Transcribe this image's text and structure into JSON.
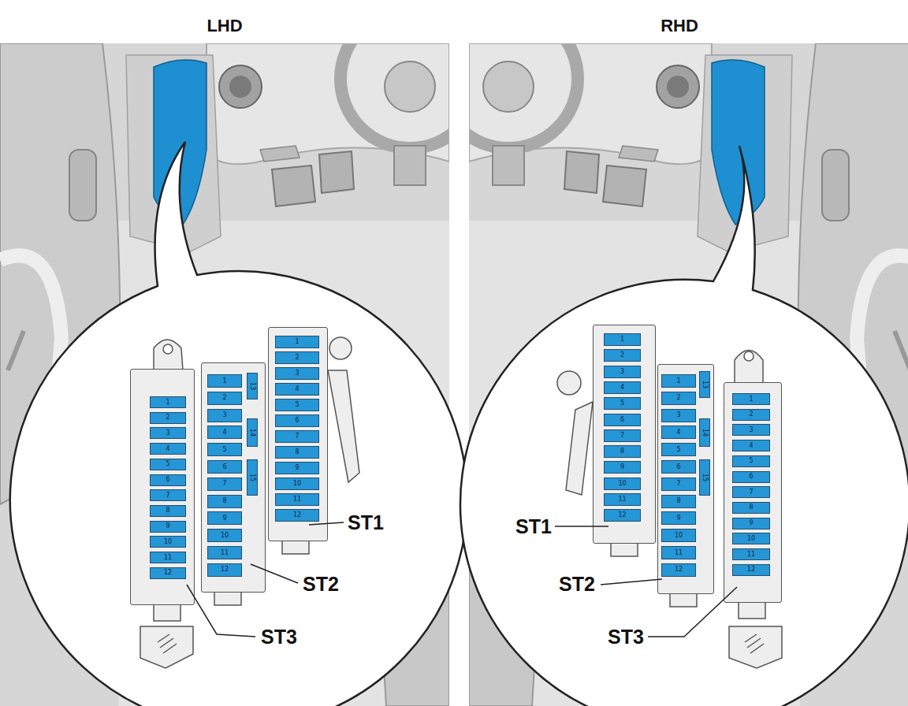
{
  "diagram": {
    "nodes": [
      {
        "text": [
          "ST3"
        ]
      },
      {
        "text": [
          "1"
        ],
        "in": 0
      },
      {
        "text": [
          "2"
        ],
        "in": 0
      },
      {
        "text": [
          "3"
        ],
        "in": 0
      },
      {
        "text": [
          "4"
        ],
        "in": 0
      },
      {
        "text": [
          "5"
        ],
        "in": 0
      },
      {
        "text": [
          "6"
        ],
        "in": 0
      },
      {
        "text": [
          "7"
        ],
        "in": 0
      },
      {
        "text": [
          "8"
        ],
        "in": 0
      },
      {
        "text": [
          "9"
        ],
        "in": 0
      },
      {
        "text": [
          "10"
        ],
        "in": 0
      },
      {
        "text": [
          "11"
        ],
        "in": 0
      },
      {
        "text": [
          "12"
        ],
        "in": 0
      },
      {
        "text": [
          "ST2"
        ]
      },
      {
        "text": [
          "1"
        ],
        "in": 13
      },
      {
        "text": [
          "2"
        ],
        "in": 13
      },
      {
        "text": [
          "3"
        ],
        "in": 13
      },
      {
        "text": [
          "4"
        ],
        "in": 13
      },
      {
        "text": [
          "5"
        ],
        "in": 13
      },
      {
        "text": [
          "6"
        ],
        "in": 13
      },
      {
        "text": [
          "7"
        ],
        "in": 13
      },
      {
        "text": [
          "8"
        ],
        "in": 13
      },
      {
        "text": [
          "9"
        ],
        "in": 13
      },
      {
        "text": [
          "10"
        ],
        "in": 13
      },
      {
        "text": [
          "11"
        ],
        "in": 13
      },
      {
        "text": [
          "12"
        ],
        "in": 13
      },
      {
        "text": [
          "13"
        ],
        "in": 13
      },
      {
        "text": [
          "14"
        ],
        "in": 13
      },
      {
        "text": [
          "15"
        ],
        "in": 13
      },
      {
        "text": [
          "ST1"
        ]
      },
      {
        "text": [
          "1"
        ],
        "in": 29
      },
      {
        "text": [
          "2"
        ],
        "in": 29
      },
      {
        "text": [
          "3"
        ],
        "in": 29
      },
      {
        "text": [
          "4"
        ],
        "in": 29
      },
      {
        "text": [
          "5"
        ],
        "in": 29
      },
      {
        "text": [
          "6"
        ],
        "in": 29
      },
      {
        "text": [
          "7"
        ],
        "in": 29
      },
      {
        "text": [
          "8"
        ],
        "in": 29
      },
      {
        "text": [
          "9"
        ],
        "in": 29
      },
      {
        "text": [
          "10"
        ],
        "in": 29
      },
      {
        "text": [
          "11"
        ],
        "in": 29
      },
      {
        "text": [
          "12"
        ],
        "in": 29
      },
      {
        "text": [
          "ST1"
        ]
      },
      {
        "text": [
          "1"
        ],
        "in": 42
      },
      {
        "text": [
          "2"
        ],
        "in": 42
      },
      {
        "text": [
          "3"
        ],
        "in": 42
      },
      {
        "text": [
          "4"
        ],
        "in": 42
      },
      {
        "text": [
          "5"
        ],
        "in": 42
      },
      {
        "text": [
          "6"
        ],
        "in": 42
      },
      {
        "text": [
          "7"
        ],
        "in": 42
      },
      {
        "text": [
          "8"
        ],
        "in": 42
      },
      {
        "text": [
          "9"
        ],
        "in": 42
      },
      {
        "text": [
          "10"
        ],
        "in": 42
      },
      {
        "text": [
          "11"
        ],
        "in": 42
      },
      {
        "text": [
          "12"
        ],
        "in": 42
      },
      {
        "text": [
          "ST2"
        ]
      },
      {
        "text": [
          "1"
        ],
        "in": 55
      },
      {
        "text": [
          "2"
        ],
        "in": 55
      },
      {
        "text": [
          "3"
        ],
        "in": 55
      },
      {
        "text": [
          "4"
        ],
        "in": 55
      },
      {
        "text": [
          "5"
        ],
        "in": 55
      },
      {
        "text": [
          "6"
        ],
        "in": 55
      },
      {
        "text": [
          "7"
        ],
        "in": 55
      },
      {
        "text": [
          "8"
        ],
        "in": 55
      },
      {
        "text": [
          "9"
        ],
        "in": 55
      },
      {
        "text": [
          "10"
        ],
        "in": 55
      },
      {
        "text": [
          "11"
        ],
        "in": 55
      },
      {
        "text": [
          "12"
        ],
        "in": 55
      },
      {
        "text": [
          "13"
        ],
        "in": 55
      },
      {
        "text": [
          "14"
        ],
        "in": 55
      },
      {
        "text": [
          "15"
        ],
        "in": 55
      },
      {
        "text": [
          "ST3"
        ]
      },
      {
        "text": [
          "1"
        ],
        "in": 71
      },
      {
        "text": [
          "2"
        ],
        "in": 71
      },
      {
        "text": [
          "3"
        ],
        "in": 71
      },
      {
        "text": [
          "4"
        ],
        "in": 71
      },
      {
        "text": [
          "5"
        ],
        "in": 71
      },
      {
        "text": [
          "6"
        ],
        "in": 71
      },
      {
        "text": [
          "7"
        ],
        "in": 71
      },
      {
        "text": [
          "8"
        ],
        "in": 71
      },
      {
        "text": [
          "9"
        ],
        "in": 71
      },
      {
        "text": [
          "10"
        ],
        "in": 71
      },
      {
        "text": [
          "11"
        ],
        "in": 71
      },
      {
        "text": [
          "12"
        ],
        "in": 71
      }
    ],
    "labels": [
      "LHD",
      "RHD"
    ]
  }
}
